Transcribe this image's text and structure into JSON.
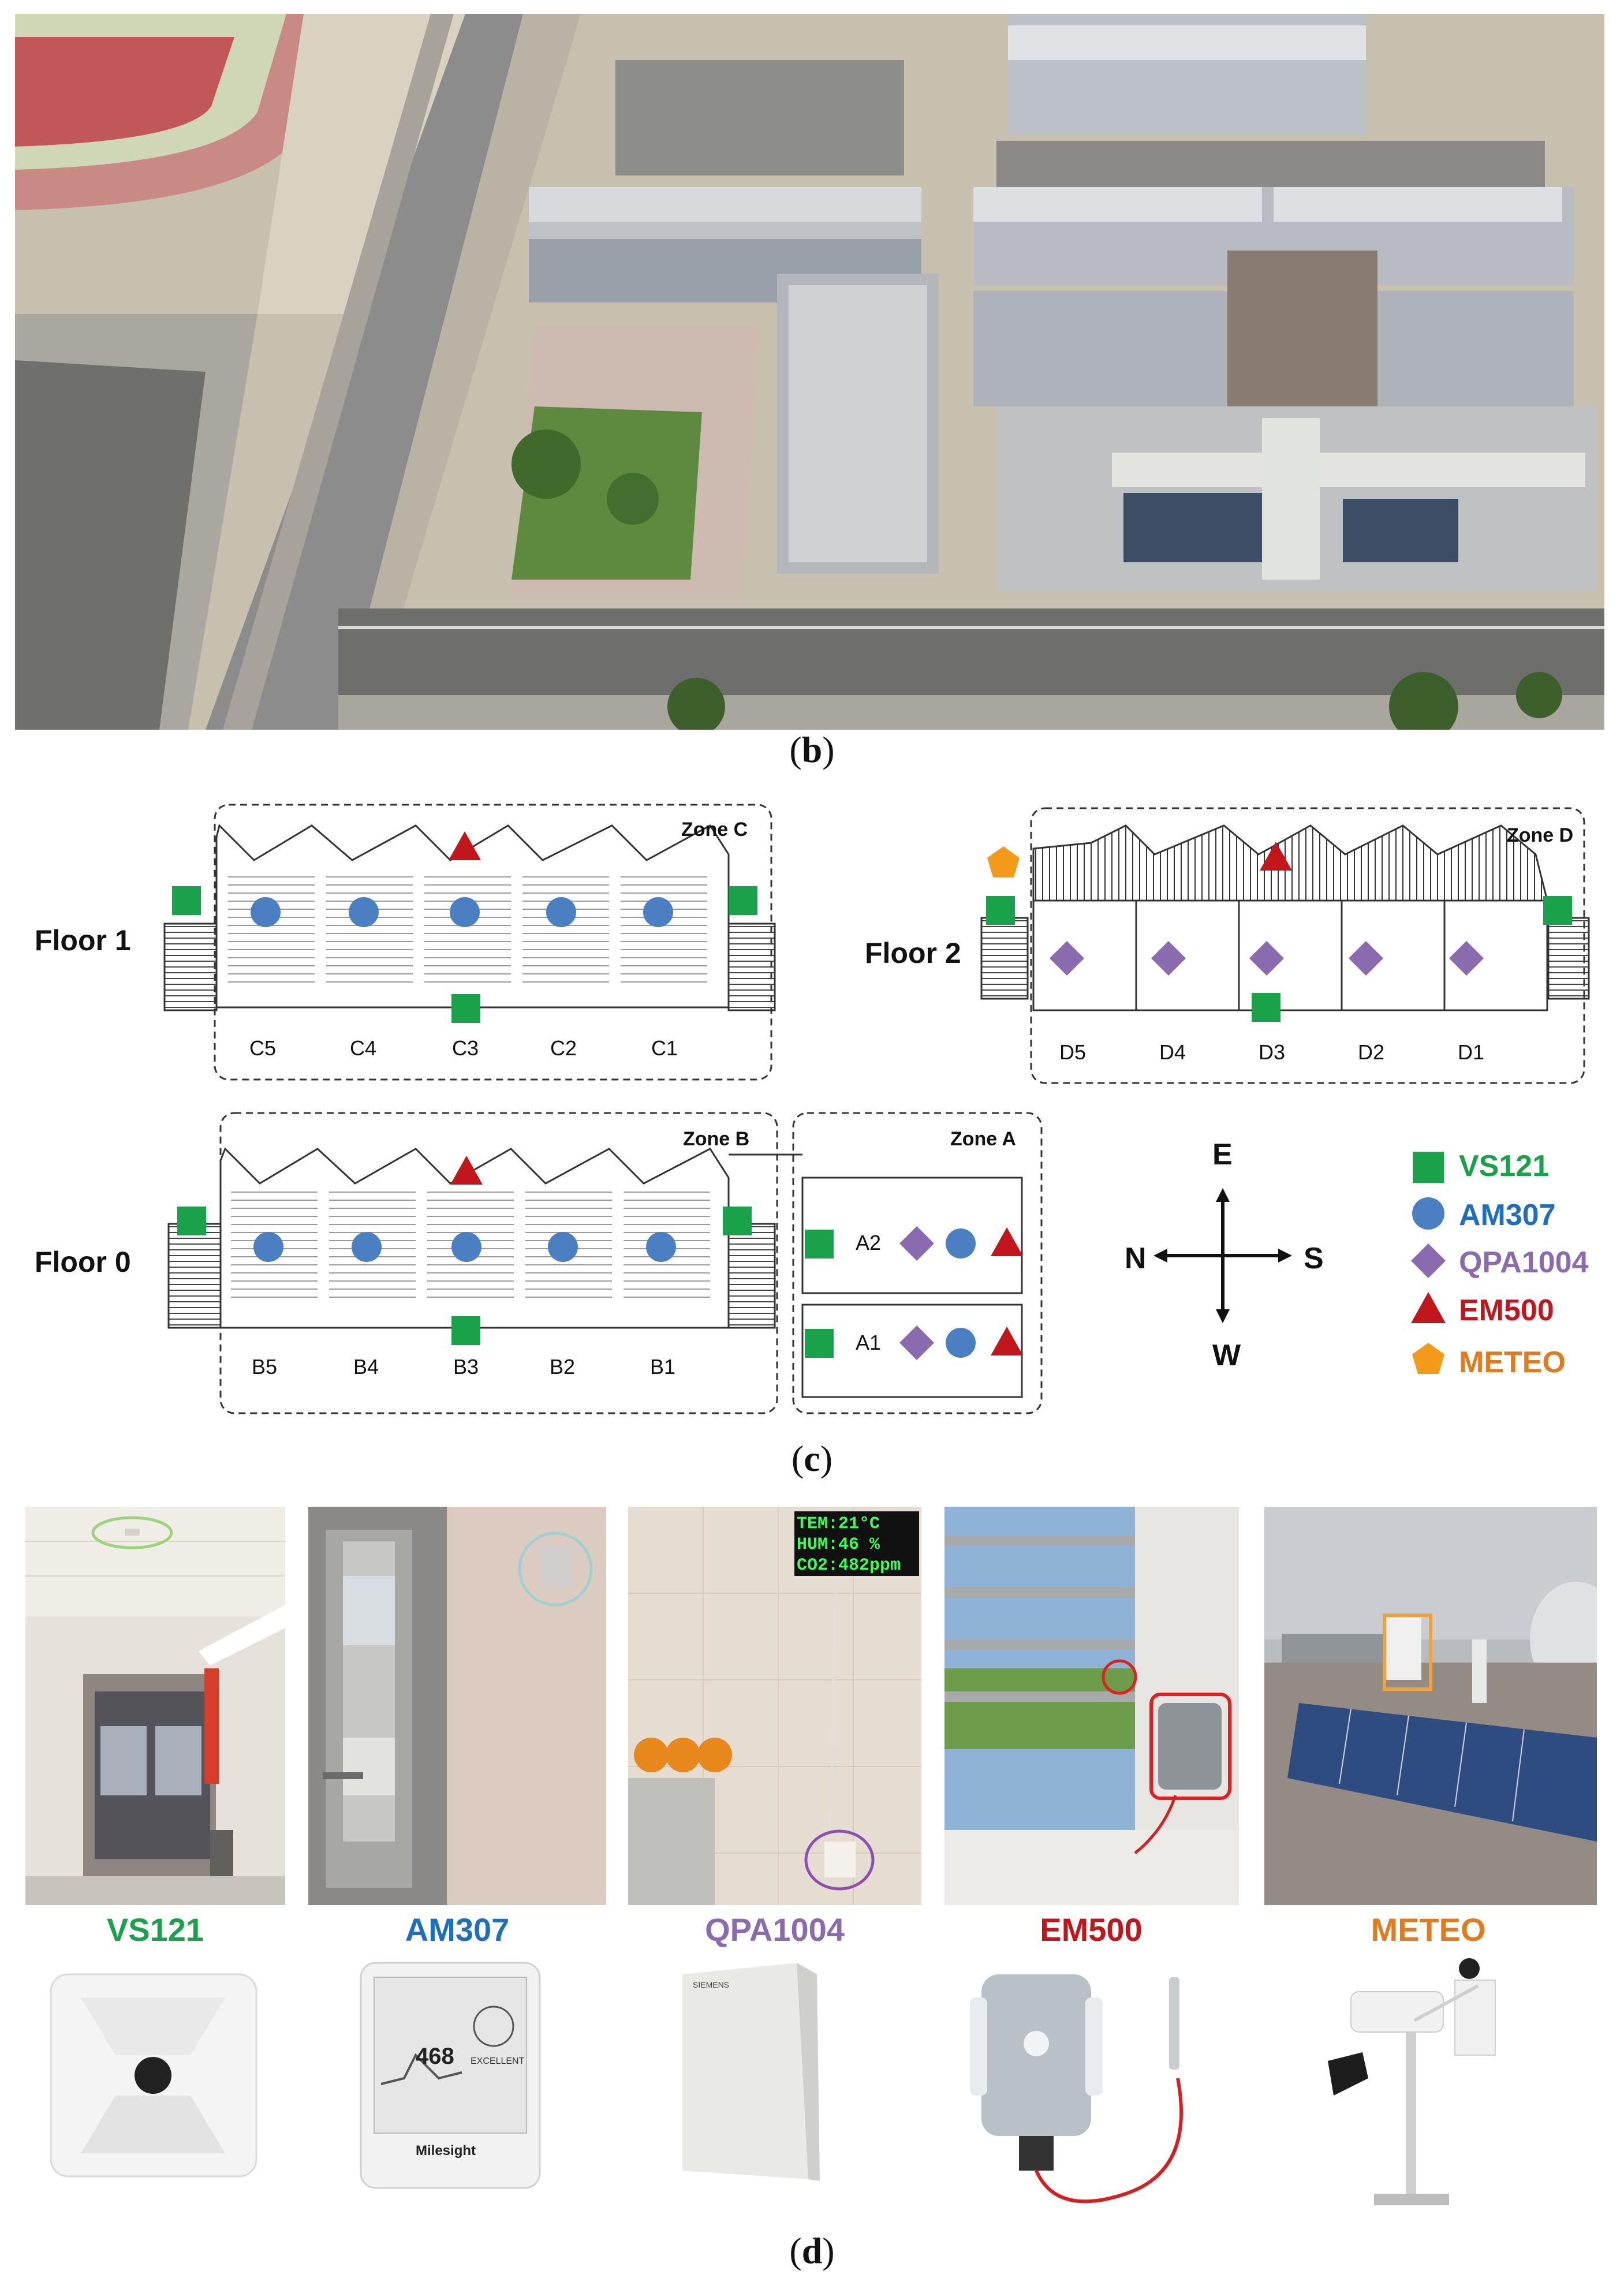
{
  "captions": {
    "b": "b",
    "c": "c",
    "d": "d"
  },
  "floors": {
    "floor1": "Floor 1",
    "floor2": "Floor 2",
    "floor0": "Floor 0"
  },
  "zones": {
    "c": "Zone C",
    "d": "Zone D",
    "b": "Zone B",
    "a": "Zone A"
  },
  "rooms": {
    "c": [
      "C5",
      "C4",
      "C3",
      "C2",
      "C1"
    ],
    "d": [
      "D5",
      "D4",
      "D3",
      "D2",
      "D1"
    ],
    "b": [
      "B5",
      "B4",
      "B3",
      "B2",
      "B1"
    ],
    "a": [
      "A2",
      "A1"
    ]
  },
  "compass": {
    "north": "N",
    "south": "S",
    "east": "E",
    "west": "W"
  },
  "legend": [
    {
      "label": "VS121",
      "color": "#1aa24a",
      "shape": "square"
    },
    {
      "label": "AM307",
      "color": "#1f6fbf",
      "shape": "circle"
    },
    {
      "label": "QPA1004",
      "color": "#8a6bb0",
      "shape": "diamond"
    },
    {
      "label": "EM500",
      "color": "#c0161c",
      "shape": "triangle"
    },
    {
      "label": "METEO",
      "color": "#e9841e",
      "shape": "pentagon"
    }
  ],
  "colors": {
    "vs121": "#1aa24a",
    "am307": "#4a7fc1",
    "qpa1004": "#8a6bb0",
    "em500": "#c0161c",
    "meteo": "#f39a1a"
  },
  "devices": [
    {
      "name": "VS121",
      "color": "#1aa24a"
    },
    {
      "name": "AM307",
      "color": "#1f6fbf"
    },
    {
      "name": "QPA1004",
      "color": "#8a6bb0"
    },
    {
      "name": "EM500",
      "color": "#c0161c"
    },
    {
      "name": "METEO",
      "color": "#e07b1e"
    }
  ],
  "display_sign": [
    "TEM:21°C",
    "HUM:46 %",
    "CO2:482ppm"
  ],
  "device_texts": {
    "am307_value": "468",
    "am307_status": "EXCELLENT",
    "am307_brand": "Milesight",
    "qpa_brand": "SIEMENS"
  }
}
